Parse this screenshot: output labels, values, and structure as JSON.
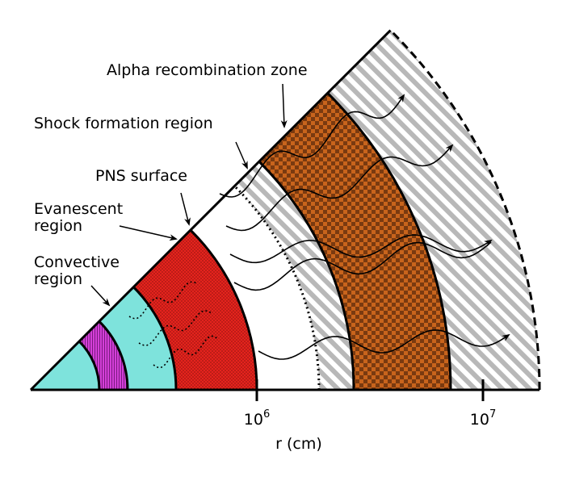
{
  "labels": {
    "alpha": "Alpha recombination zone",
    "shock": "Shock formation region",
    "pns": "PNS surface",
    "evanescent_1": "Evanescent",
    "evanescent_2": "region",
    "convective_1": "Convective",
    "convective_2": "region"
  },
  "axis": {
    "xlabel": "r (cm)",
    "ticks": [
      {
        "base": "10",
        "exp": "6"
      },
      {
        "base": "10",
        "exp": "7"
      }
    ]
  },
  "colors": {
    "convective_fill": "#7ee3dc",
    "magenta_band": "#d43fd8",
    "evanescent_fill": "#e5231d",
    "alpha_fill": "#c8641c",
    "hatch": "#b8b8b8"
  }
}
